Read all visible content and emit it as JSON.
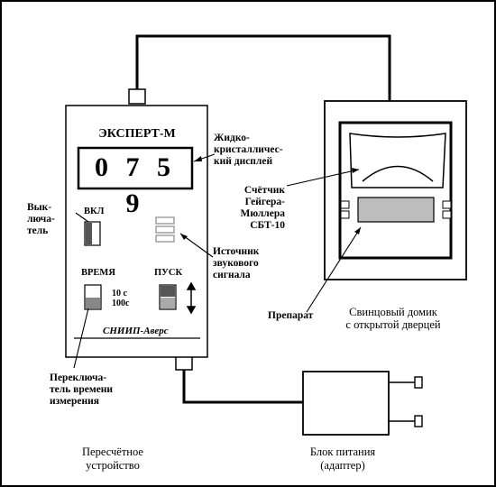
{
  "device": {
    "title": "ЭКСПЕРТ-М",
    "display_value": "0 7 5 9",
    "on_label": "ВКЛ",
    "time_label": "ВРЕМЯ",
    "start_label": "ПУСК",
    "time_options": [
      "10 с",
      "100с"
    ],
    "brand": "СНИИП-Аверс"
  },
  "callouts": {
    "lcd": [
      "Жидко-",
      "кристалличес-",
      "кий дисплей"
    ],
    "power_switch": [
      "Вык-",
      "люча-",
      "тель"
    ],
    "counter_tube": [
      "Счётчик",
      "Гейгера-",
      "Мюллера",
      "СБТ-10"
    ],
    "sound_source": [
      "Источник",
      "звукового",
      "сигнала"
    ],
    "sample": "Препарат",
    "time_switch": [
      "Переключа-",
      "тель времени",
      "измерения"
    ],
    "lead_house": [
      "Свинцовый домик",
      "с открытой дверцей"
    ]
  },
  "captions": {
    "counter": [
      "Пересчётное",
      "устройство"
    ],
    "power_supply": [
      "Блок питания",
      "(адаптер)"
    ]
  },
  "colors": {
    "line": "#000000",
    "switch_dark": "#555555",
    "switch_mid": "#aaaaaa",
    "sample_fill": "#bdbdbd"
  }
}
